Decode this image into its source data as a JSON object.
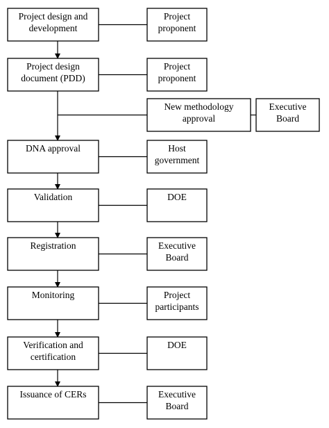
{
  "flowchart": {
    "steps": [
      {
        "id": "project-design",
        "lines": [
          "Project design and",
          "development"
        ]
      },
      {
        "id": "pdd",
        "lines": [
          "Project design",
          "document (PDD)"
        ]
      },
      {
        "id": "dna-approval",
        "lines": [
          "DNA approval"
        ]
      },
      {
        "id": "validation",
        "lines": [
          "Validation"
        ]
      },
      {
        "id": "registration",
        "lines": [
          "Registration"
        ]
      },
      {
        "id": "monitoring",
        "lines": [
          "Monitoring"
        ]
      },
      {
        "id": "verification",
        "lines": [
          "Verification and",
          "certification"
        ]
      },
      {
        "id": "issuance",
        "lines": [
          "Issuance of CERs"
        ]
      }
    ],
    "actors": [
      {
        "id": "proponent-1",
        "lines": [
          "Project",
          "proponent"
        ]
      },
      {
        "id": "proponent-2",
        "lines": [
          "Project",
          "proponent"
        ]
      },
      {
        "id": "new-methodology",
        "lines": [
          "New methodology",
          "approval"
        ]
      },
      {
        "id": "executive-board-1",
        "lines": [
          "Executive",
          "Board"
        ]
      },
      {
        "id": "host-government",
        "lines": [
          "Host",
          "government"
        ]
      },
      {
        "id": "doe-1",
        "lines": [
          "DOE"
        ]
      },
      {
        "id": "executive-board-2",
        "lines": [
          "Executive",
          "Board"
        ]
      },
      {
        "id": "project-participants",
        "lines": [
          "Project",
          "participants"
        ]
      },
      {
        "id": "doe-2",
        "lines": [
          "DOE"
        ]
      },
      {
        "id": "executive-board-3",
        "lines": [
          "Executive",
          "Board"
        ]
      }
    ]
  }
}
